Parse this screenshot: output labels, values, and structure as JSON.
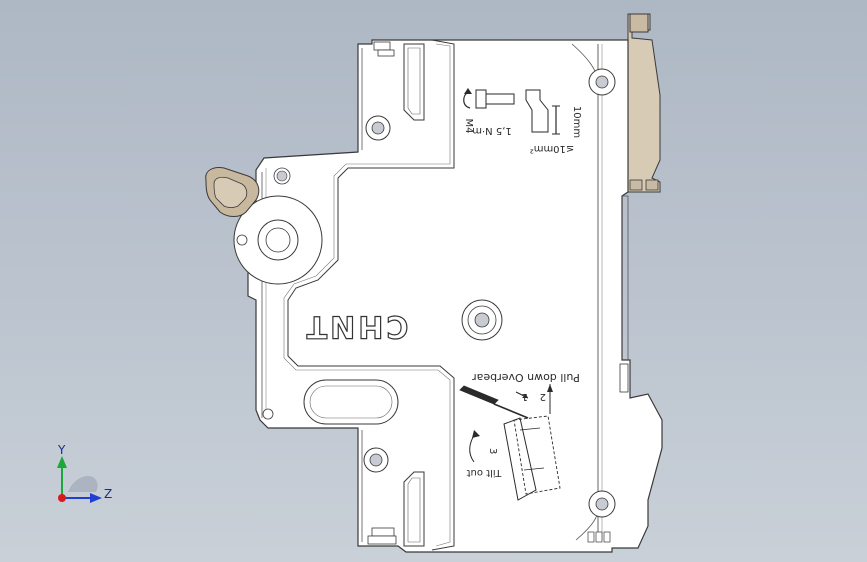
{
  "model": {
    "brand_logo_text": "CHNT",
    "torque": {
      "screw": "M4",
      "value": "1,5 N·m"
    },
    "wire": {
      "strip_length": "10mm",
      "cross_section": "≤10mm²"
    },
    "instructions": {
      "pull_down_overbear": "Pull down Overbear",
      "step1": "1",
      "step2": "2",
      "step3": "3",
      "tilt_out": "Tilt out"
    }
  },
  "colors": {
    "body_fill": "#ffffff",
    "outline": "#3a3a3a",
    "latch_tan": "#d8cbb6",
    "toggle_tan": "#c8b89e",
    "axis_y": "#19a83a",
    "axis_z": "#1f3fd0",
    "axis_x": "#d81a1a"
  },
  "triad": {
    "y_label": "Y",
    "z_label": "Z"
  }
}
